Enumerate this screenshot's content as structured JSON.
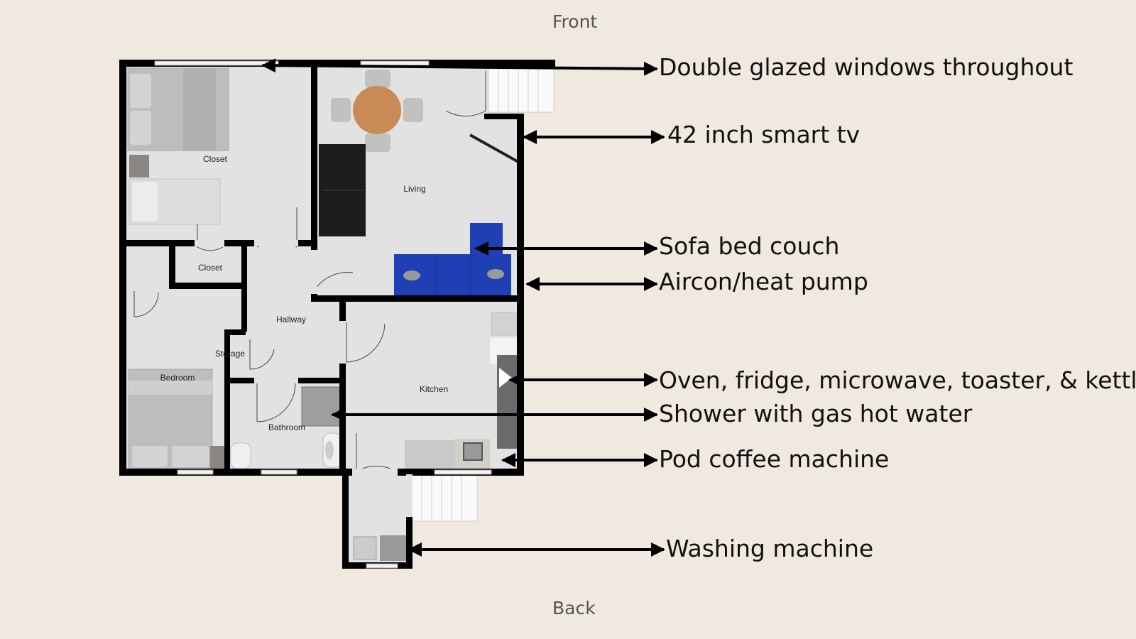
{
  "orientation": {
    "front": "Front",
    "back": "Back"
  },
  "rooms": {
    "closet_top": "Closet",
    "closet_small": "Closet",
    "living": "Living",
    "hallway": "Hallway",
    "storage": "Storage",
    "bedroom": "Bedroom",
    "kitchen": "Kitchen",
    "bathroom": "Bathroom"
  },
  "callouts": [
    "Double glazed windows throughout",
    "42 inch smart tv",
    "Sofa bed couch",
    "Aircon/heat pump",
    "Oven, fridge, microwave, toaster, & kettle",
    "Shower with gas hot water",
    "Pod coffee machine",
    "Washing machine"
  ],
  "colors": {
    "wall": "#000000",
    "floor": "#e2e2e2",
    "sofa": "#1f3fb4",
    "table": "#c98a55",
    "background": "#efe9df"
  }
}
